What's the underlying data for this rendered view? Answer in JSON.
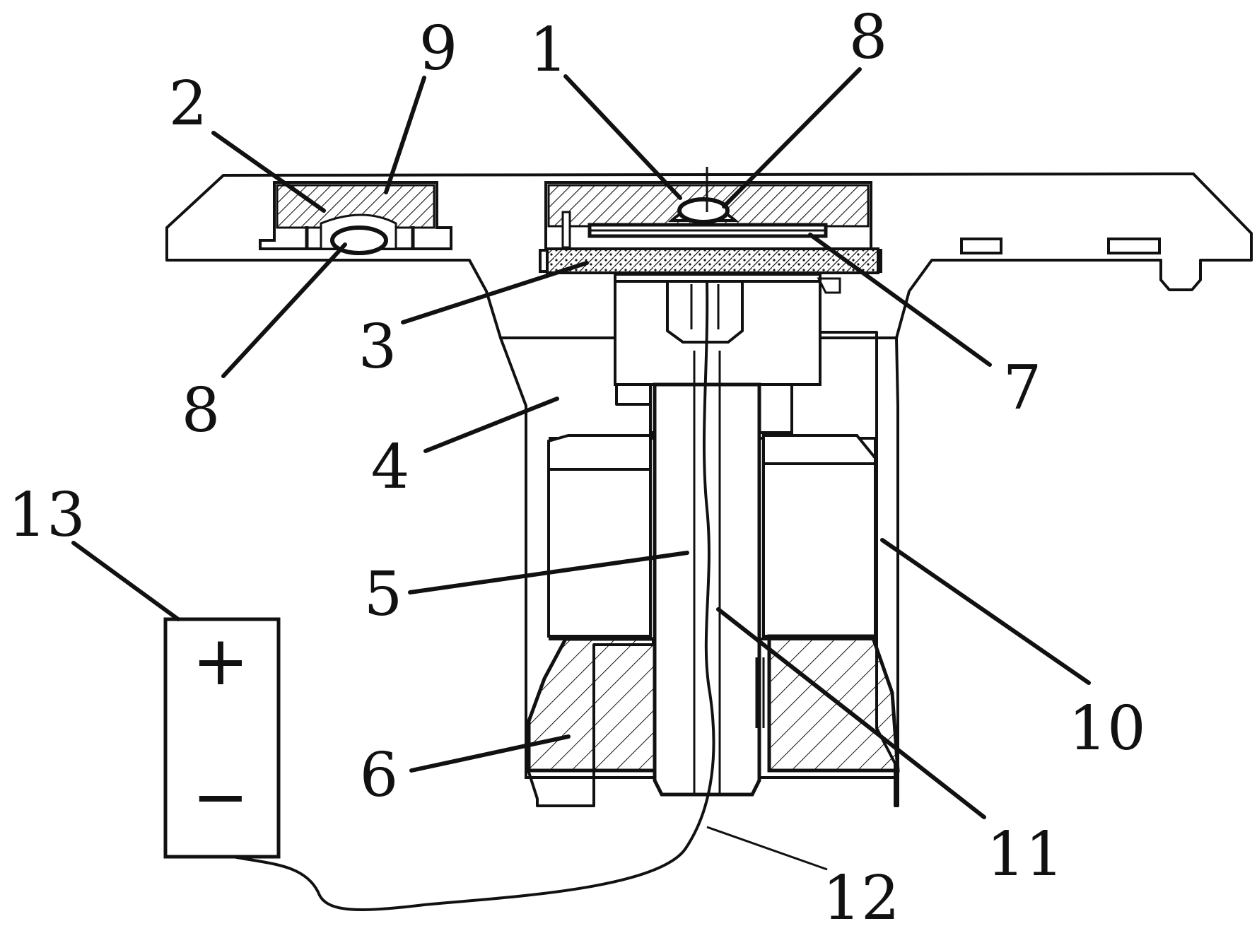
{
  "figure": {
    "labels": {
      "l1": "1",
      "l2": "2",
      "l3": "3",
      "l4": "4",
      "l5": "5",
      "l6": "6",
      "l7": "7",
      "l8a": "8",
      "l8b": "8",
      "l9": "9",
      "l10": "10",
      "l11": "11",
      "l12": "12",
      "l13": "13"
    },
    "battery": {
      "plus": "+",
      "minus": "−"
    }
  }
}
